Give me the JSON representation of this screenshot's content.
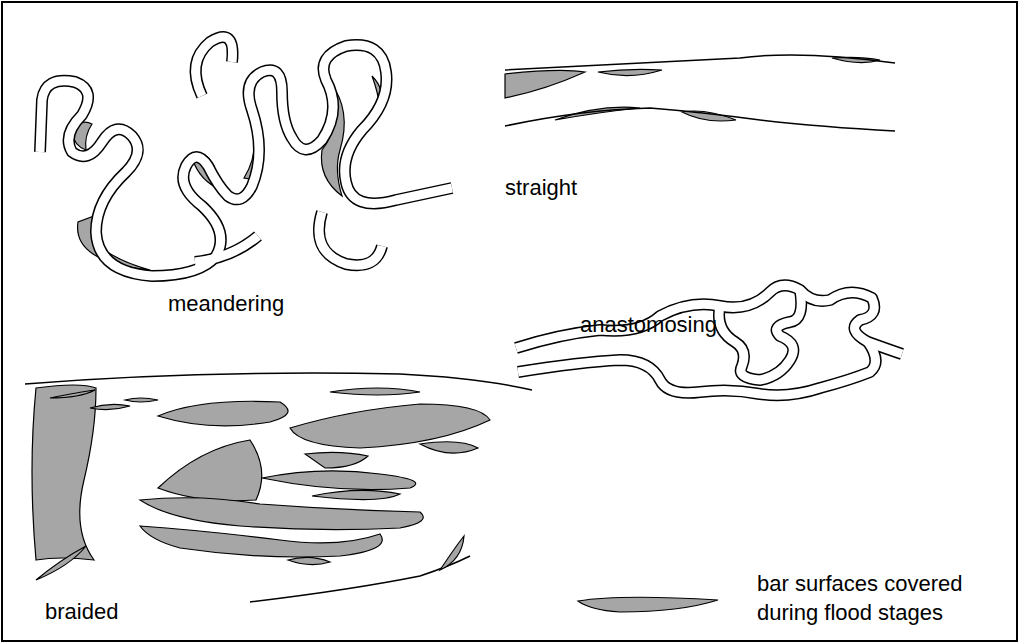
{
  "diagram": {
    "labels": [
      "meandering",
      "straight",
      "anastomosing",
      "braided"
    ],
    "legend": [
      {
        "text": "bar surfaces covered during flood stages",
        "color": "#a6a6a6"
      }
    ]
  }
}
